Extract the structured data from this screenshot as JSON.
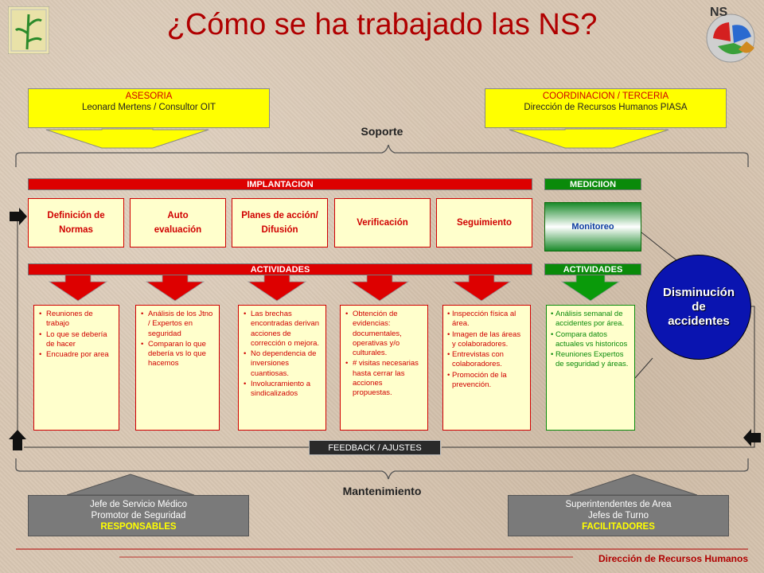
{
  "title": "¿Cómo se ha trabajado las NS?",
  "logo_right_text": "NS",
  "top_boxes": {
    "left": {
      "line1": "ASESORIA",
      "line2": "Leonard Mertens / Consultor OIT"
    },
    "right": {
      "line1": "COORDINACION  / TERCERIA",
      "line2": "Dirección de Recursos Humanos PIASA"
    }
  },
  "soporte_label": "Soporte",
  "bars": {
    "implantacion": "IMPLANTACION",
    "medicion": "MEDICIION",
    "actividades_red": "ACTIVIDADES",
    "actividades_green": "ACTIVIDADES"
  },
  "phases": [
    {
      "label": "Definición de Normas"
    },
    {
      "label": "Auto evaluación"
    },
    {
      "label": "Planes de acción/ Difusión"
    },
    {
      "label": "Verificación"
    },
    {
      "label": "Seguimiento"
    }
  ],
  "monitoreo": "Monitoreo",
  "activities": [
    {
      "items": [
        "Reuniones de trabajo",
        "Lo que se debería de hacer",
        "Encuadre por area"
      ]
    },
    {
      "items": [
        "Análisis de los Jtno / Expertos en seguridad",
        "Comparan lo que debería vs lo que hacemos"
      ]
    },
    {
      "items": [
        "Las brechas encontradas derivan acciones de corrección o mejora.",
        "No dependencia de inversiones cuantiosas.",
        "Involucramiento a sindicalizados"
      ]
    },
    {
      "items": [
        "Obtención de evidencias: documentales, operativas y/o culturales.",
        "# visitas necesarias hasta cerrar las acciones propuestas."
      ]
    },
    {
      "items": [
        "Inspección física al área.",
        "Imagen de las áreas y colaboradores.",
        "Entrevistas con colaboradores.",
        "Promoción de la prevención."
      ]
    },
    {
      "items": [
        "Análisis semanal de accidentes por área.",
        "Compara datos actuales vs historicos",
        "Reuniones Expertos de seguridad  y áreas."
      ]
    }
  ],
  "circle": {
    "line1": "Disminución",
    "line2": "de",
    "line3": "accidentes"
  },
  "feedback": "FEEDBACK  / AJUSTES",
  "mantenimiento_label": "Mantenimiento",
  "bottom_boxes": {
    "left": {
      "line1": "Jefe de Servicio Médico",
      "line2": "Promotor de Seguridad",
      "line3": "RESPONSABLES"
    },
    "right": {
      "line1": "Superintendentes de Area",
      "line2": "Jefes de Turno",
      "line3": "FACILITADORES"
    }
  },
  "footer": "Dirección de Recursos Humanos",
  "colors": {
    "title": "#b00000",
    "red": "#dd0000",
    "green": "#0a8a0a",
    "yellow": "#ffff00",
    "blue": "#0a14b0"
  }
}
